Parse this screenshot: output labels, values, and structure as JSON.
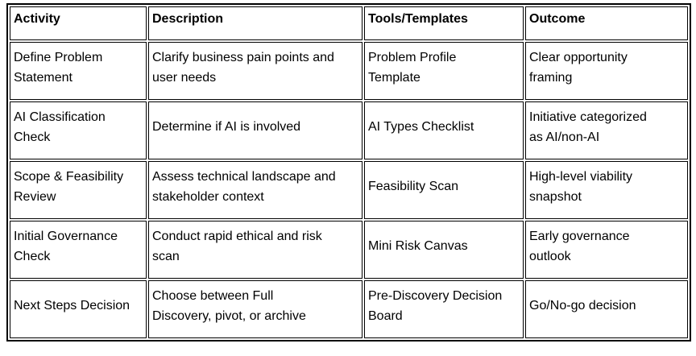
{
  "colors": {
    "border": "#000000",
    "text": "#000000",
    "background": "#ffffff"
  },
  "table": {
    "columns": [
      "Activity",
      "Description",
      "Tools/Templates",
      "Outcome"
    ],
    "rows": [
      {
        "activity": "Define Problem\nStatement",
        "description": "Clarify business pain points and\nuser needs",
        "tools": "Problem Profile\nTemplate",
        "outcome": "Clear opportunity\nframing"
      },
      {
        "activity": "AI Classification\nCheck",
        "description": "Determine if AI is involved",
        "tools": "AI Types Checklist",
        "outcome": "Initiative categorized\nas AI/non-AI"
      },
      {
        "activity": "Scope & Feasibility\nReview",
        "description": "Assess technical landscape and\nstakeholder context",
        "tools": "Feasibility Scan",
        "outcome": "High-level viability\nsnapshot"
      },
      {
        "activity": "Initial Governance\nCheck",
        "description": "Conduct rapid ethical and risk\nscan",
        "tools": "Mini Risk Canvas",
        "outcome": "Early governance\noutlook"
      },
      {
        "activity": "Next Steps Decision",
        "description": "Choose between Full\nDiscovery, pivot, or archive",
        "tools": "Pre-Discovery Decision\nBoard",
        "outcome": "Go/No-go decision"
      }
    ]
  }
}
